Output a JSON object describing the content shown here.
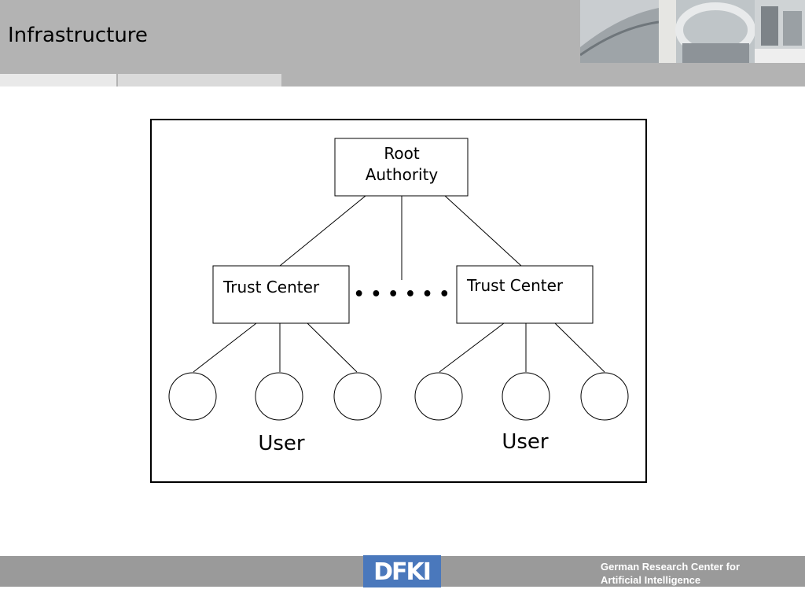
{
  "slide": {
    "title": "Infrastructure"
  },
  "diagram": {
    "root": {
      "lines": [
        "Root",
        "Authority"
      ]
    },
    "trust_centers": [
      {
        "label": "Trust Center"
      },
      {
        "label": "Trust Center"
      }
    ],
    "ellipsis": "• • • • • •",
    "user_labels": [
      "User",
      "User"
    ]
  },
  "footer": {
    "org_line_1": "German Research Center for",
    "org_line_2": "Artificial Intelligence",
    "logo_text": "DFKI"
  },
  "colors": {
    "header_bg": "#b3b3b3",
    "footer_bg": "#9a9a9a",
    "logo_blue": "#3f6fb5"
  }
}
